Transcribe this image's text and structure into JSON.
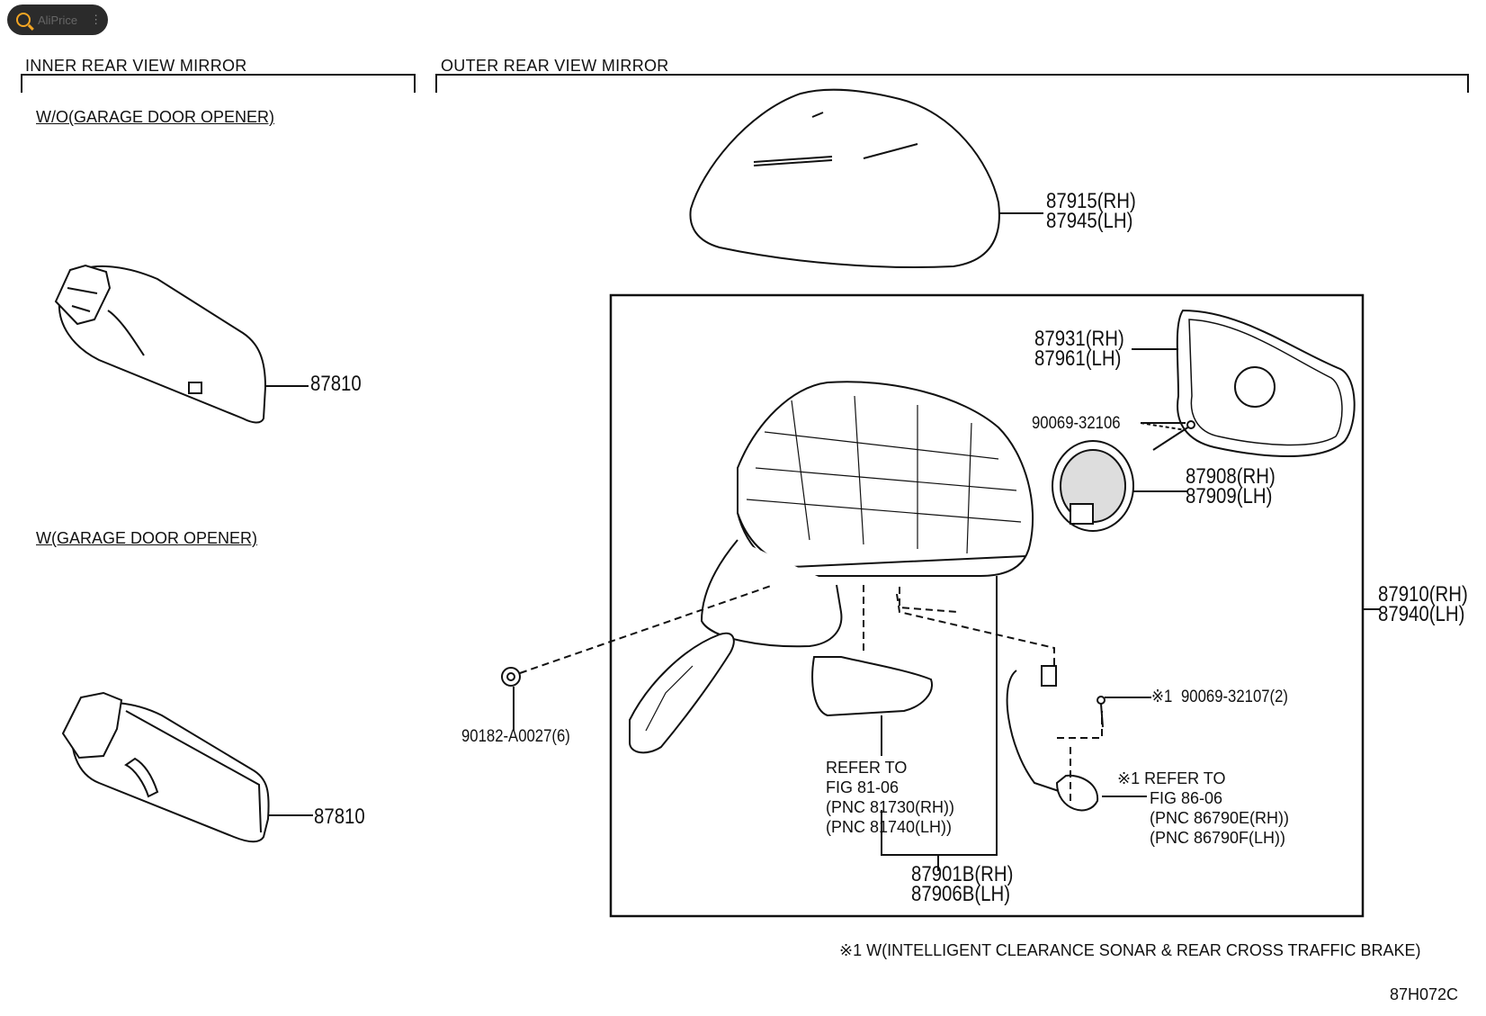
{
  "extension": {
    "label": "AliPrice",
    "menu": "⋮"
  },
  "sections": {
    "inner": "INNER REAR VIEW MIRROR",
    "outer": "OUTER REAR VIEW MIRROR",
    "wo_opener": "W/O(GARAGE DOOR OPENER)",
    "w_opener": "W(GARAGE DOOR OPENER)"
  },
  "parts": {
    "inner_mirror_1": "87810",
    "inner_mirror_2": "87810",
    "cover_rh": "87915(RH)",
    "cover_lh": "87945(LH)",
    "glass_rh": "87931(RH)",
    "glass_lh": "87961(LH)",
    "screw_upper": "90069-32106",
    "actuator_rh": "87908(RH)",
    "actuator_lh": "87909(LH)",
    "assy_rh": "87910(RH)",
    "assy_lh": "87940(LH)",
    "grommet": "90182-A0027(6)",
    "screw_lower_mark": "※1",
    "screw_lower": "90069-32107(2)",
    "visor_rh": "87901B(RH)",
    "visor_lh": "87906B(LH)"
  },
  "refs": {
    "turn_lamp": [
      "REFER TO",
      "FIG 81-06",
      "(PNC 81730(RH))",
      "(PNC 81740(LH))"
    ],
    "sensor": [
      "※1 REFER TO",
      "FIG 86-06",
      "(PNC 86790E(RH))",
      "(PNC 86790F(LH))"
    ]
  },
  "footnote": "※1 W(INTELLIGENT CLEARANCE SONAR & REAR CROSS TRAFFIC BRAKE)",
  "figure_code": "87H072C",
  "icons": [
    "search-icon",
    "menu-dots-icon"
  ]
}
